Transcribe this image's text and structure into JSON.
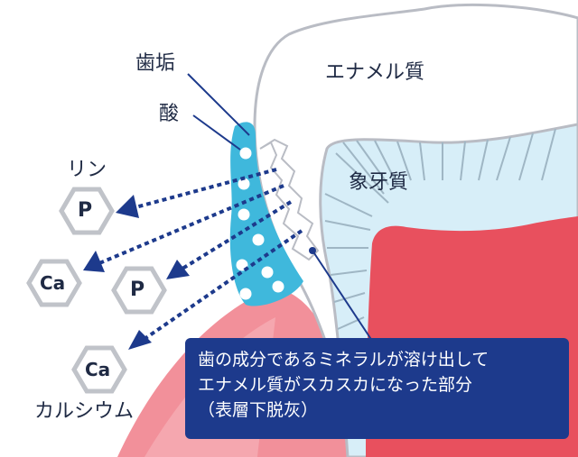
{
  "labels": {
    "plaque": "歯垢",
    "acid": "酸",
    "enamel": "エナメル質",
    "dentin": "象牙質",
    "phosphorus": "リン",
    "calcium": "カルシウム"
  },
  "ions": {
    "p": "P",
    "ca": "Ca"
  },
  "callout": {
    "line1": "歯の成分であるミネラルが溶け出して",
    "line2": "エナメル質がスカスカになった部分",
    "line3": "（表層下脱灰）"
  },
  "colors": {
    "enamel_outline": "#b9bcc4",
    "dentin_fill": "#d7eef8",
    "pulp": "#e8505e",
    "gum": "#f2909a",
    "plaque": "#3fb8dc",
    "arrow": "#1d3a8c",
    "callout_bg": "#1d3a8c",
    "hexagon": "#c0c3c9"
  }
}
